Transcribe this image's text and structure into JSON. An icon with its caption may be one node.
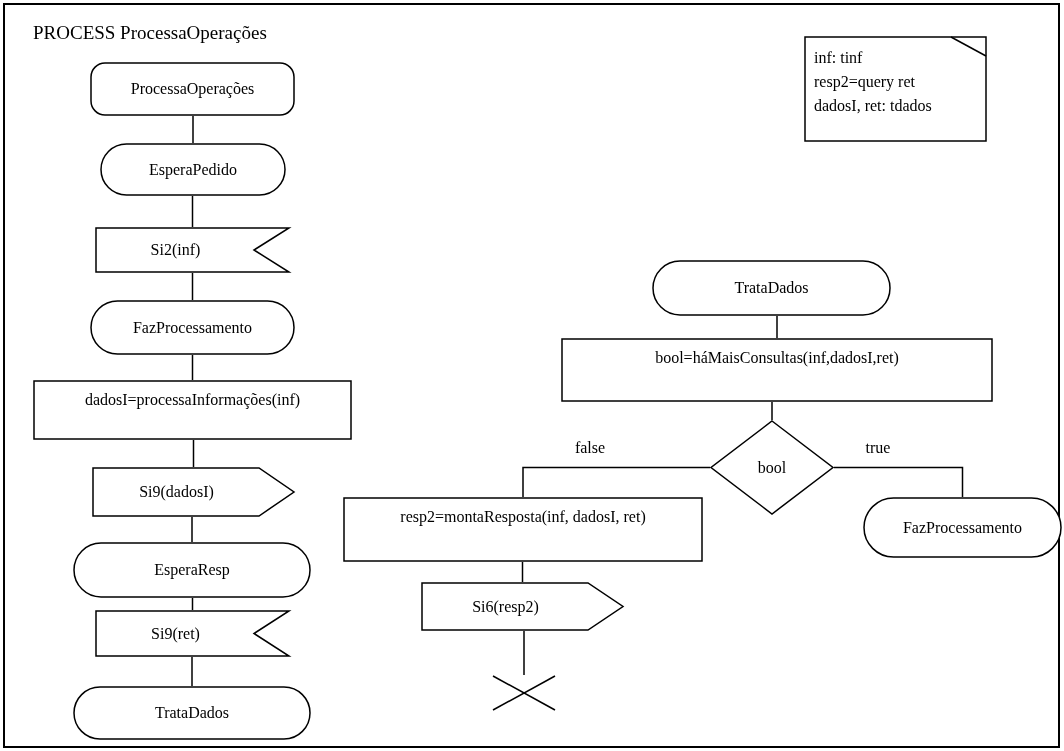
{
  "diagram": {
    "nodes": [
      {
        "text": [
          "PROCESS ProcessaOperações"
        ]
      },
      {
        "text": [
          "inf: tinf",
          "resp2=query ret",
          "dadosI, ret: tdados"
        ],
        "in": 0
      },
      {
        "text": [
          "ProcessaOperações"
        ],
        "in": 0
      },
      {
        "text": [
          "EsperaPedido"
        ],
        "in": 0
      },
      {
        "text": [
          "Si2(inf)"
        ],
        "in": 0
      },
      {
        "text": [
          "FazProcessamento"
        ],
        "in": 0
      },
      {
        "text": [
          "dadosI=processaInformações(inf)"
        ],
        "in": 0
      },
      {
        "text": [
          "Si9(dadosI)"
        ],
        "in": 0
      },
      {
        "text": [
          "EsperaResp"
        ],
        "in": 0
      },
      {
        "text": [
          "Si9(ret)"
        ],
        "in": 0
      },
      {
        "text": [
          "TrataDados"
        ],
        "in": 0
      },
      {
        "text": [
          "TrataDados"
        ],
        "in": 0
      },
      {
        "text": [
          "bool=háMaisConsultas(inf,dadosI,ret)"
        ],
        "in": 0
      },
      {
        "text": [
          "bool"
        ],
        "in": 0
      },
      {
        "text": [
          "resp2=montaResposta(inf, dadosI, ret)"
        ],
        "in": 0
      },
      {
        "text": [
          "FazProcessamento"
        ],
        "in": 0
      },
      {
        "text": [
          "Si6(resp2)"
        ],
        "in": 0
      },
      {
        "text": [],
        "shape": "cross",
        "in": 0
      }
    ],
    "edges": [
      {
        "from": 2,
        "to": 3,
        "arrow": "none"
      },
      {
        "from": 3,
        "to": 4,
        "arrow": "none"
      },
      {
        "from": 4,
        "to": 5,
        "arrow": "none"
      },
      {
        "from": 5,
        "to": 6,
        "arrow": "none"
      },
      {
        "from": 6,
        "to": 7,
        "arrow": "none"
      },
      {
        "from": 7,
        "to": 8,
        "arrow": "none"
      },
      {
        "from": 8,
        "to": 9,
        "arrow": "none"
      },
      {
        "from": 9,
        "to": 10,
        "arrow": "none"
      },
      {
        "from": 11,
        "to": 12,
        "arrow": "none"
      },
      {
        "from": 12,
        "to": 13,
        "arrow": "none"
      },
      {
        "from": 13,
        "to": 14,
        "label": "false",
        "arrow": "none"
      },
      {
        "from": 13,
        "to": 15,
        "label": "true",
        "arrow": "none"
      },
      {
        "from": 14,
        "to": 16,
        "arrow": "none"
      },
      {
        "from": 16,
        "to": 17,
        "arrow": "none"
      }
    ]
  }
}
